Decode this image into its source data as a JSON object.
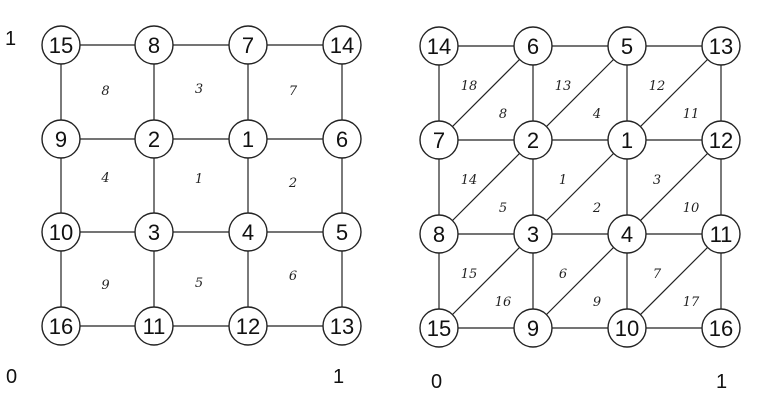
{
  "left_mesh": {
    "axis": {
      "origin_label": "0",
      "x_max_label": "1",
      "y_max_label": "1"
    },
    "node_labels": [
      [
        "15",
        "8",
        "7",
        "14"
      ],
      [
        "9",
        "2",
        "1",
        "6"
      ],
      [
        "10",
        "3",
        "4",
        "5"
      ],
      [
        "16",
        "11",
        "12",
        "13"
      ]
    ],
    "element_labels": [
      [
        "8",
        "3",
        "7"
      ],
      [
        "4",
        "1",
        "2"
      ],
      [
        "9",
        "5",
        "6"
      ]
    ]
  },
  "right_mesh": {
    "axis": {
      "origin_label": "0",
      "x_max_label": "1"
    },
    "node_labels": [
      [
        "14",
        "6",
        "5",
        "13"
      ],
      [
        "7",
        "2",
        "1",
        "12"
      ],
      [
        "8",
        "3",
        "4",
        "11"
      ],
      [
        "15",
        "9",
        "10",
        "16"
      ]
    ],
    "element_labels": [
      [
        "18",
        "8",
        "13",
        "4",
        "12",
        "11"
      ],
      [
        "14",
        "5",
        "1",
        "2",
        "3",
        "10"
      ],
      [
        "15",
        "16",
        "6",
        "9",
        "7",
        "17"
      ]
    ]
  }
}
